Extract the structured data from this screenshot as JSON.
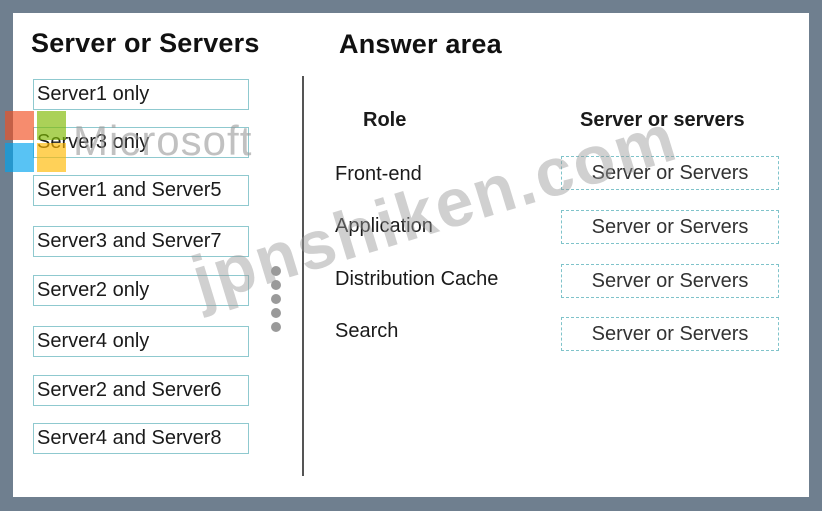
{
  "left_panel": {
    "title": "Server or Servers",
    "options": [
      "Server1 only",
      "Server3 only",
      "Server1 and Server5",
      "Server3 and Server7",
      "Server2 only",
      "Server4 only",
      "Server2 and Server6",
      "Server4 and Server8"
    ]
  },
  "answer_area": {
    "title": "Answer area",
    "col_role": "Role",
    "col_servers": "Server or servers",
    "rows": [
      {
        "role": "Front-end",
        "target": "Server or Servers"
      },
      {
        "role": "Application",
        "target": "Server or Servers"
      },
      {
        "role": "Distribution Cache",
        "target": "Server or Servers"
      },
      {
        "role": "Search",
        "target": "Server or Servers"
      }
    ]
  },
  "watermarks": {
    "vendor": "Microsoft",
    "site": "jpnshiken.com"
  }
}
